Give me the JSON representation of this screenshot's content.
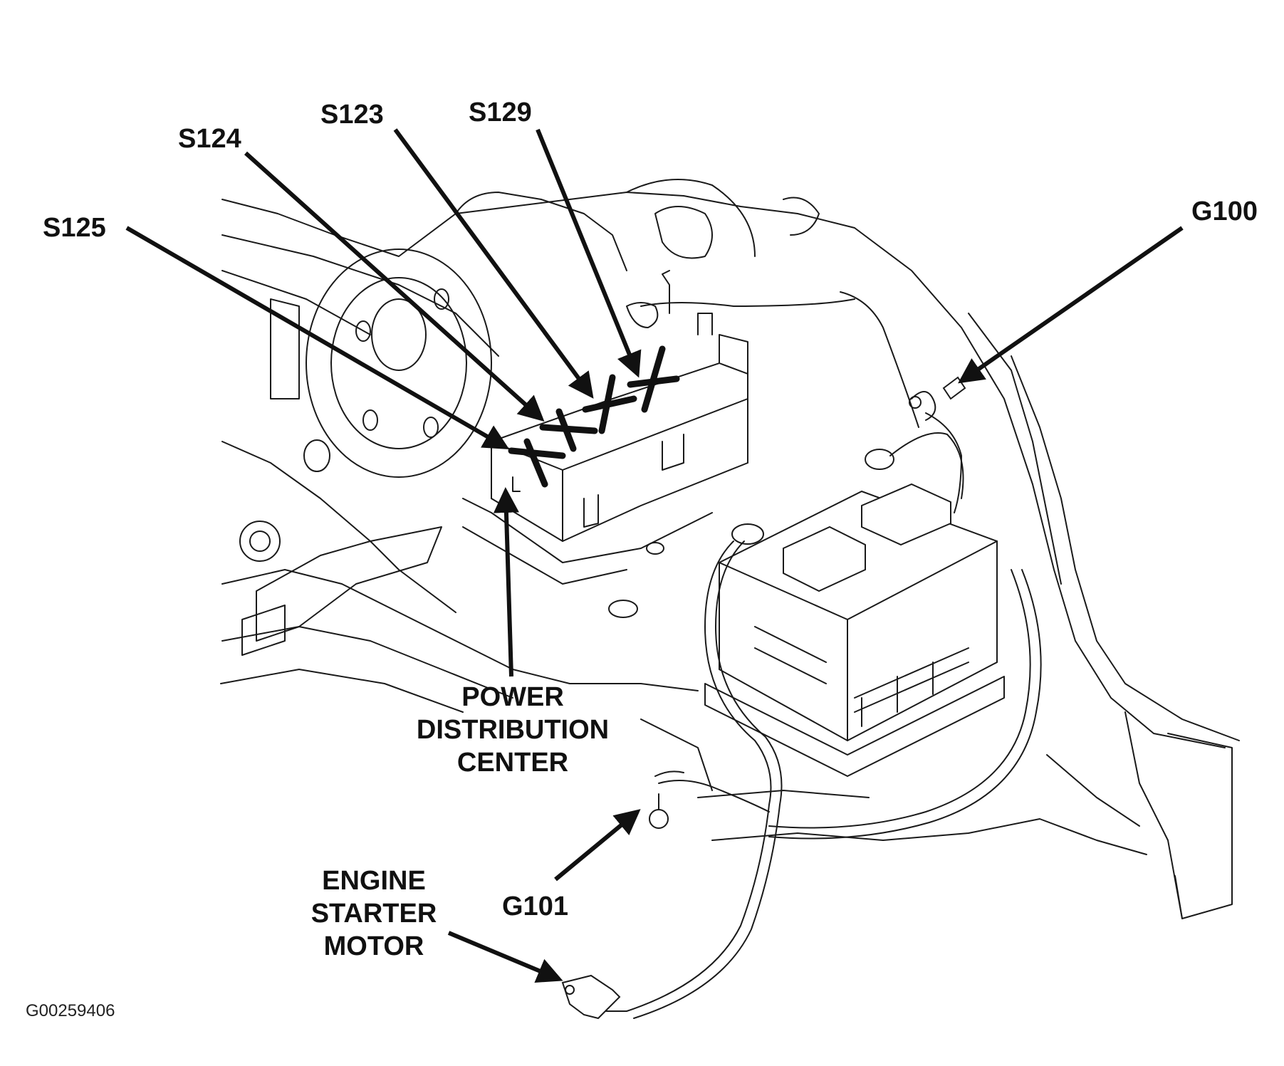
{
  "callouts": {
    "s125": "S125",
    "s124": "S124",
    "s123": "S123",
    "s129": "S129",
    "g100": "G100",
    "g101": "G101",
    "pdc": [
      "POWER",
      "DISTRIBUTION",
      "CENTER"
    ],
    "starter": [
      "ENGINE",
      "STARTER",
      "MOTOR"
    ]
  },
  "figure_id": "G00259406"
}
